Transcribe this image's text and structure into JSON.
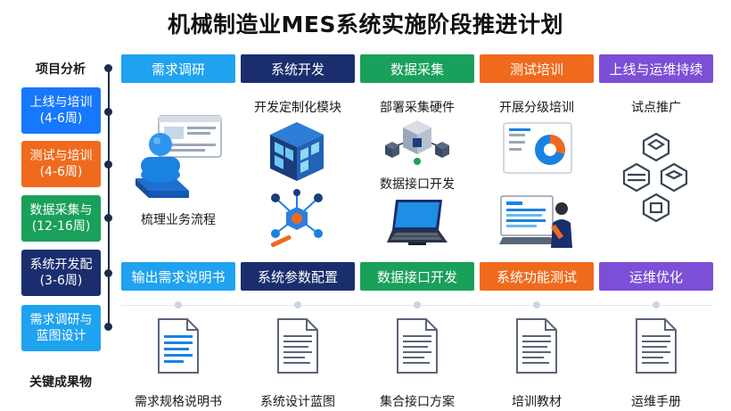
{
  "title": "机械制造业MES系统实施阶段推进计划",
  "side": {
    "top_label": "项目分析",
    "bottom_label": "关键成果物",
    "phases": [
      {
        "line1": "上线与培训",
        "line2": "(4-6周)",
        "color": "#1677ff"
      },
      {
        "line1": "测试与培训",
        "line2": "(4-6周)",
        "color": "#f06a1d"
      },
      {
        "line1": "数据采集与",
        "line2": "(12-16周)",
        "color": "#19a05a"
      },
      {
        "line1": "系统开发配",
        "line2": "(3-6周)",
        "color": "#1a2e6e"
      },
      {
        "line1": "需求调研与",
        "line2": "蓝图设计",
        "color": "#1fa2ef"
      }
    ]
  },
  "columns": [
    {
      "header": "需求调研",
      "color": "#1fa2ef",
      "sub_top": "",
      "sub_mid": "梳理业务流程",
      "bottom_header": "输出需求说明书",
      "deliverable": "需求规格说明书"
    },
    {
      "header": "系统开发",
      "color": "#1a2e6e",
      "sub_top": "开发定制化模块",
      "sub_mid": "",
      "bottom_header": "系统参数配置",
      "deliverable": "系统设计蓝图"
    },
    {
      "header": "数据采集",
      "color": "#19a05a",
      "sub_top": "部署采集硬件",
      "sub_mid": "数据接口开发",
      "bottom_header": "数据接口开发",
      "deliverable": "集合接口方案"
    },
    {
      "header": "测试培训",
      "color": "#f06a1d",
      "sub_top": "开展分级培训",
      "sub_mid": "",
      "bottom_header": "系统功能测试",
      "deliverable": "培训教材"
    },
    {
      "header": "上线与运维持续",
      "color": "#7b4fd6",
      "sub_top": "试点推广",
      "sub_mid": "",
      "bottom_header": "运维优化",
      "deliverable": "运维手册"
    }
  ],
  "icons": {
    "c1": "user-dashboard-icon",
    "c2a": "server-cube-icon",
    "c2b": "network-nodes-icon",
    "c3a": "hardware-cubes-icon",
    "c3b": "laptop-icon",
    "c4a": "pie-chart-screen-icon",
    "c4b": "presenter-screen-icon",
    "c5": "stacked-modules-icon",
    "doc": "document-icon"
  }
}
